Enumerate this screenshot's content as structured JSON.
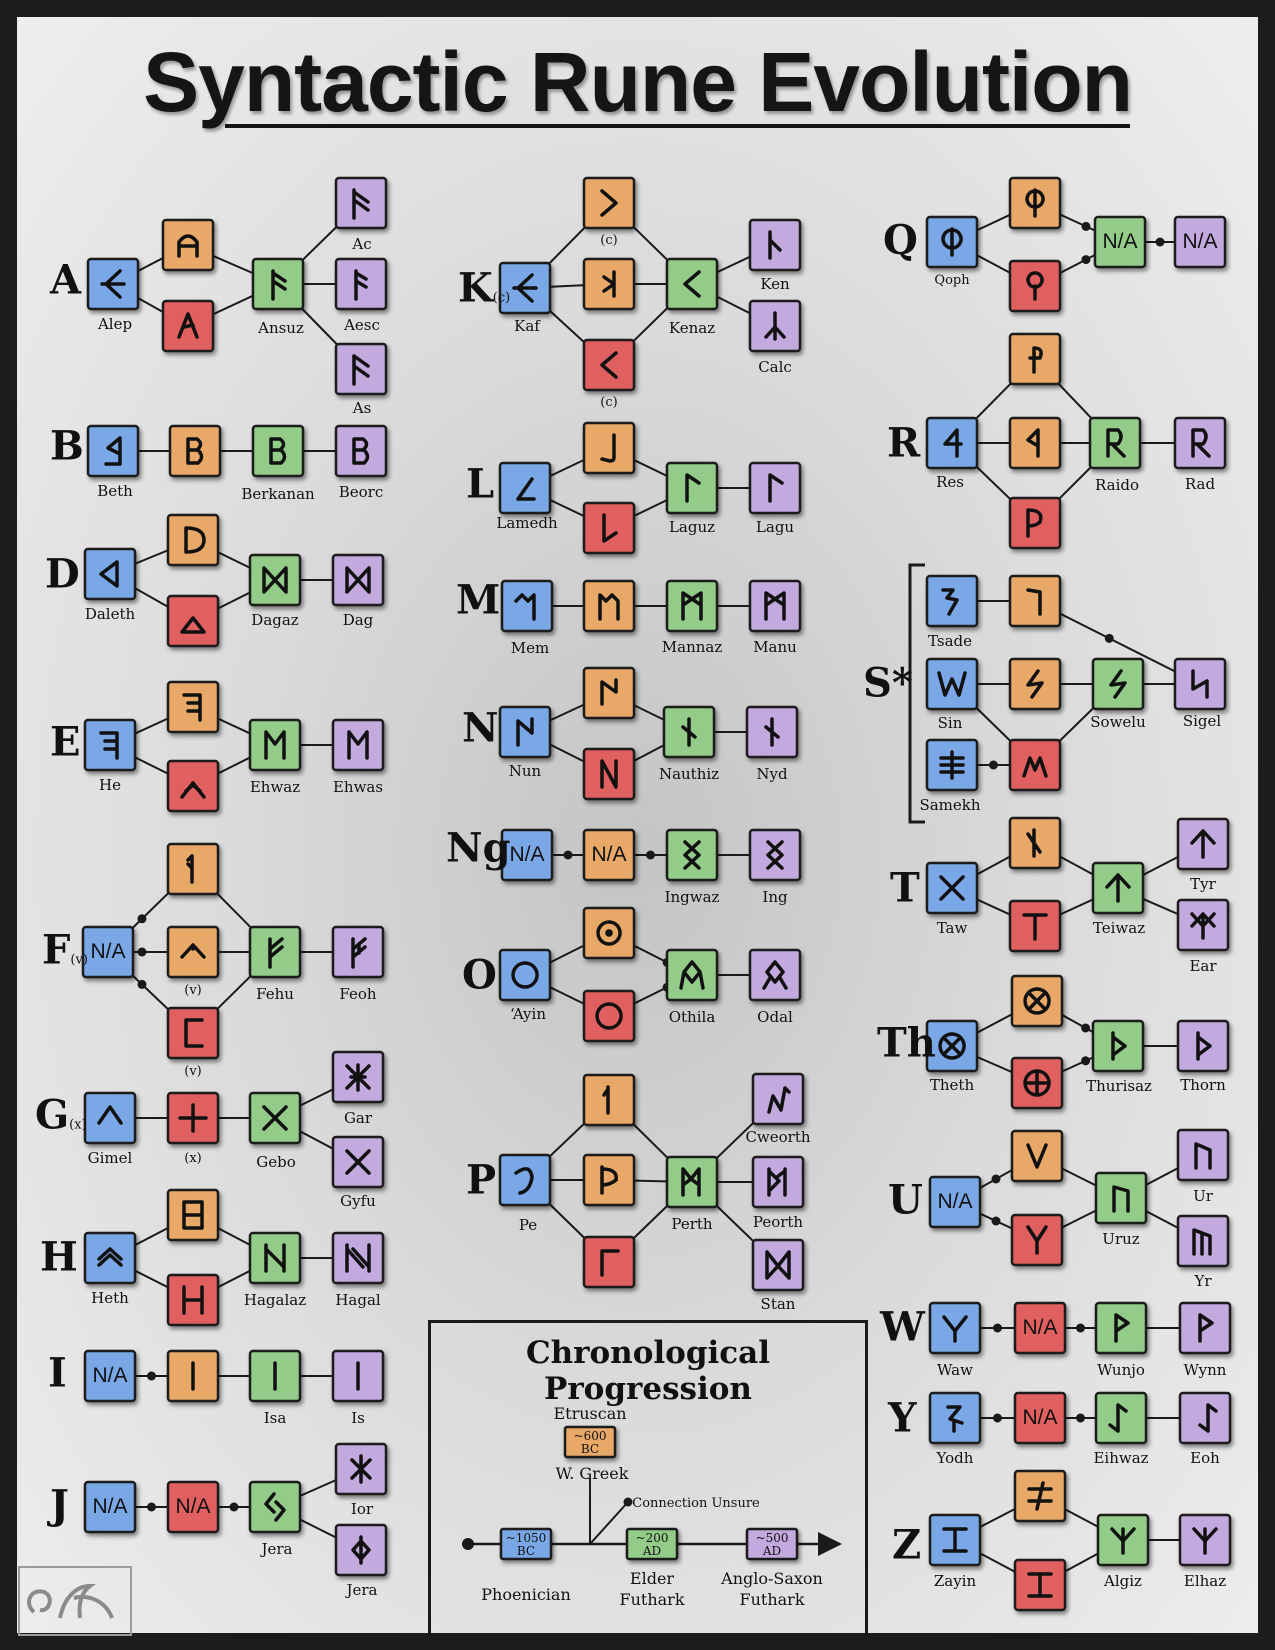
{
  "title": "Syntactic Rune Evolution",
  "colors": {
    "phoenician": "#7aa7e6",
    "etruscan": "#e8a868",
    "greek": "#e0605e",
    "elder_futhark": "#93cc88",
    "anglo_saxon": "#c2a9de",
    "line": "#1a1a1a"
  },
  "placeholder_text": "N/A",
  "groups": [
    {
      "letter": "A",
      "sub": "",
      "labels": [
        "Alep",
        "Ansuz",
        "Ac",
        "Aesc",
        "As"
      ]
    },
    {
      "letter": "B",
      "sub": "",
      "labels": [
        "Beth",
        "Berkanan",
        "Beorc"
      ]
    },
    {
      "letter": "D",
      "sub": "",
      "labels": [
        "Daleth",
        "Dagaz",
        "Dag"
      ]
    },
    {
      "letter": "E",
      "sub": "",
      "labels": [
        "He",
        "Ehwaz",
        "Ehwas"
      ]
    },
    {
      "letter": "F",
      "sub": "(v)",
      "labels": [
        "(v)",
        "(v)",
        "Fehu",
        "Feoh"
      ]
    },
    {
      "letter": "G",
      "sub": "(x)",
      "labels": [
        "Gimel",
        "(x)",
        "Gebo",
        "Gar",
        "Gyfu"
      ]
    },
    {
      "letter": "H",
      "sub": "",
      "labels": [
        "Heth",
        "Hagalaz",
        "Hagal"
      ]
    },
    {
      "letter": "I",
      "sub": "",
      "labels": [
        "Isa",
        "Is"
      ]
    },
    {
      "letter": "J",
      "sub": "",
      "labels": [
        "Jera",
        "Ior",
        "Jera"
      ]
    },
    {
      "letter": "K",
      "sub": "(c)",
      "labels": [
        "Kaf",
        "(c)",
        "(c)",
        "Kenaz",
        "Ken",
        "Calc"
      ]
    },
    {
      "letter": "L",
      "sub": "",
      "labels": [
        "Lamedh",
        "Laguz",
        "Lagu"
      ]
    },
    {
      "letter": "M",
      "sub": "",
      "labels": [
        "Mem",
        "Mannaz",
        "Manu"
      ]
    },
    {
      "letter": "N",
      "sub": "",
      "labels": [
        "Nun",
        "Nauthiz",
        "Nyd"
      ]
    },
    {
      "letter": "Ng",
      "sub": "",
      "labels": [
        "Ingwaz",
        "Ing"
      ]
    },
    {
      "letter": "O",
      "sub": "",
      "labels": [
        "‘Ayin",
        "Othila",
        "Odal"
      ]
    },
    {
      "letter": "P",
      "sub": "",
      "labels": [
        "Pe",
        "Perth",
        "Cweorth",
        "Peorth",
        "Stan"
      ]
    },
    {
      "letter": "Q",
      "sub": "",
      "labels": [
        "Qoph"
      ]
    },
    {
      "letter": "R",
      "sub": "",
      "labels": [
        "Res",
        "Raido",
        "Rad"
      ]
    },
    {
      "letter": "S*",
      "sub": "",
      "labels": [
        "Tsade",
        "Sin",
        "Samekh",
        "Sowelu",
        "Sigel"
      ]
    },
    {
      "letter": "T",
      "sub": "",
      "labels": [
        "Taw",
        "Teiwaz",
        "Tyr",
        "Ear"
      ]
    },
    {
      "letter": "Th",
      "sub": "",
      "labels": [
        "Theth",
        "Thurisaz",
        "Thorn"
      ]
    },
    {
      "letter": "U",
      "sub": "",
      "labels": [
        "Uruz",
        "Ur",
        "Yr"
      ]
    },
    {
      "letter": "W",
      "sub": "",
      "labels": [
        "Waw",
        "Wunjo",
        "Wynn"
      ]
    },
    {
      "letter": "Y",
      "sub": "",
      "labels": [
        "Yodh",
        "Eihwaz",
        "Eoh"
      ]
    },
    {
      "letter": "Z",
      "sub": "",
      "labels": [
        "Zayin",
        "Algiz",
        "Elhaz"
      ]
    }
  ],
  "legend": {
    "title": "Chronological Progression",
    "etruscan_label": "Etruscan",
    "etruscan_date": [
      "~600",
      "BC"
    ],
    "greek_label": "W. Greek",
    "unsure_label": "Connection Unsure",
    "phoenician_date": [
      "~1050",
      "BC"
    ],
    "elder_date": [
      "~200",
      "AD"
    ],
    "anglo_date": [
      "~500",
      "AD"
    ],
    "phoenician_label": "Phoenician",
    "elder_label": [
      "Elder",
      "Futhark"
    ],
    "anglo_label": [
      "Anglo-Saxon",
      "Futhark"
    ]
  }
}
